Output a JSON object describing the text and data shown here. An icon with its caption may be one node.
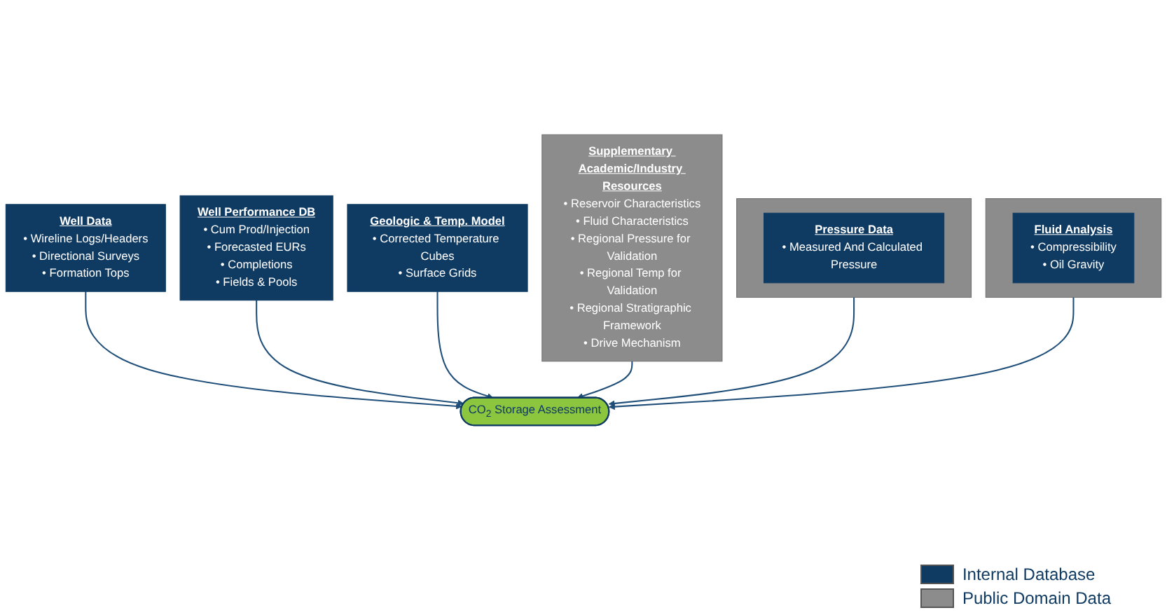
{
  "diagram": {
    "nodes": [
      {
        "text": [
          "Well Data",
          "• Wireline Logs/Headers",
          "• Directional Surveys",
          "• Formation Tops"
        ]
      },
      {
        "text": [
          "Well Performance DB",
          "• Cum Prod/Injection",
          "• Forecasted EURs",
          "• Completions",
          "• Fields & Pools"
        ]
      },
      {
        "text": [
          "Geologic & Temp. Model",
          "• Corrected Temperature Cubes",
          "• Surface Grids"
        ]
      },
      {
        "text": [],
        "shape": "box"
      },
      {
        "text": [
          "Pressure Data",
          "• Measured And Calculated Pressure"
        ],
        "in": 3
      },
      {
        "text": [
          "CO$_{2}$ Storage Assessment"
        ]
      },
      {
        "text": [],
        "shape": "box"
      },
      {
        "text": [
          "Fluid Analysis",
          "• Compressibility",
          "• Oil Gravity"
        ],
        "in": 6
      },
      {
        "text": [
          "Supplementary Academic/Industry Resources",
          "• Reservoir Characteristics",
          "• Fluid Characteristics",
          "• Regional Pressure for Validation",
          "• Regional Temp for Validation",
          "• Regional Stratigraphic Framework",
          "• Drive Mechanism"
        ]
      }
    ],
    "edges": [
      {
        "from": 0,
        "to": 5,
        "arrow": "to"
      },
      {
        "from": 1,
        "to": 5,
        "arrow": "to"
      },
      {
        "from": 2,
        "to": 5,
        "arrow": "to"
      },
      {
        "from": 3,
        "to": 5,
        "arrow": "to"
      },
      {
        "from": 6,
        "to": 5,
        "arrow": "to"
      },
      {
        "from": 8,
        "to": 5,
        "arrow": "to"
      }
    ],
    "legend": [
      {
        "text": "Internal Database",
        "color": "#0f3b63"
      },
      {
        "text": "Public Domain Data",
        "color": "#8c8c8c"
      }
    ]
  }
}
